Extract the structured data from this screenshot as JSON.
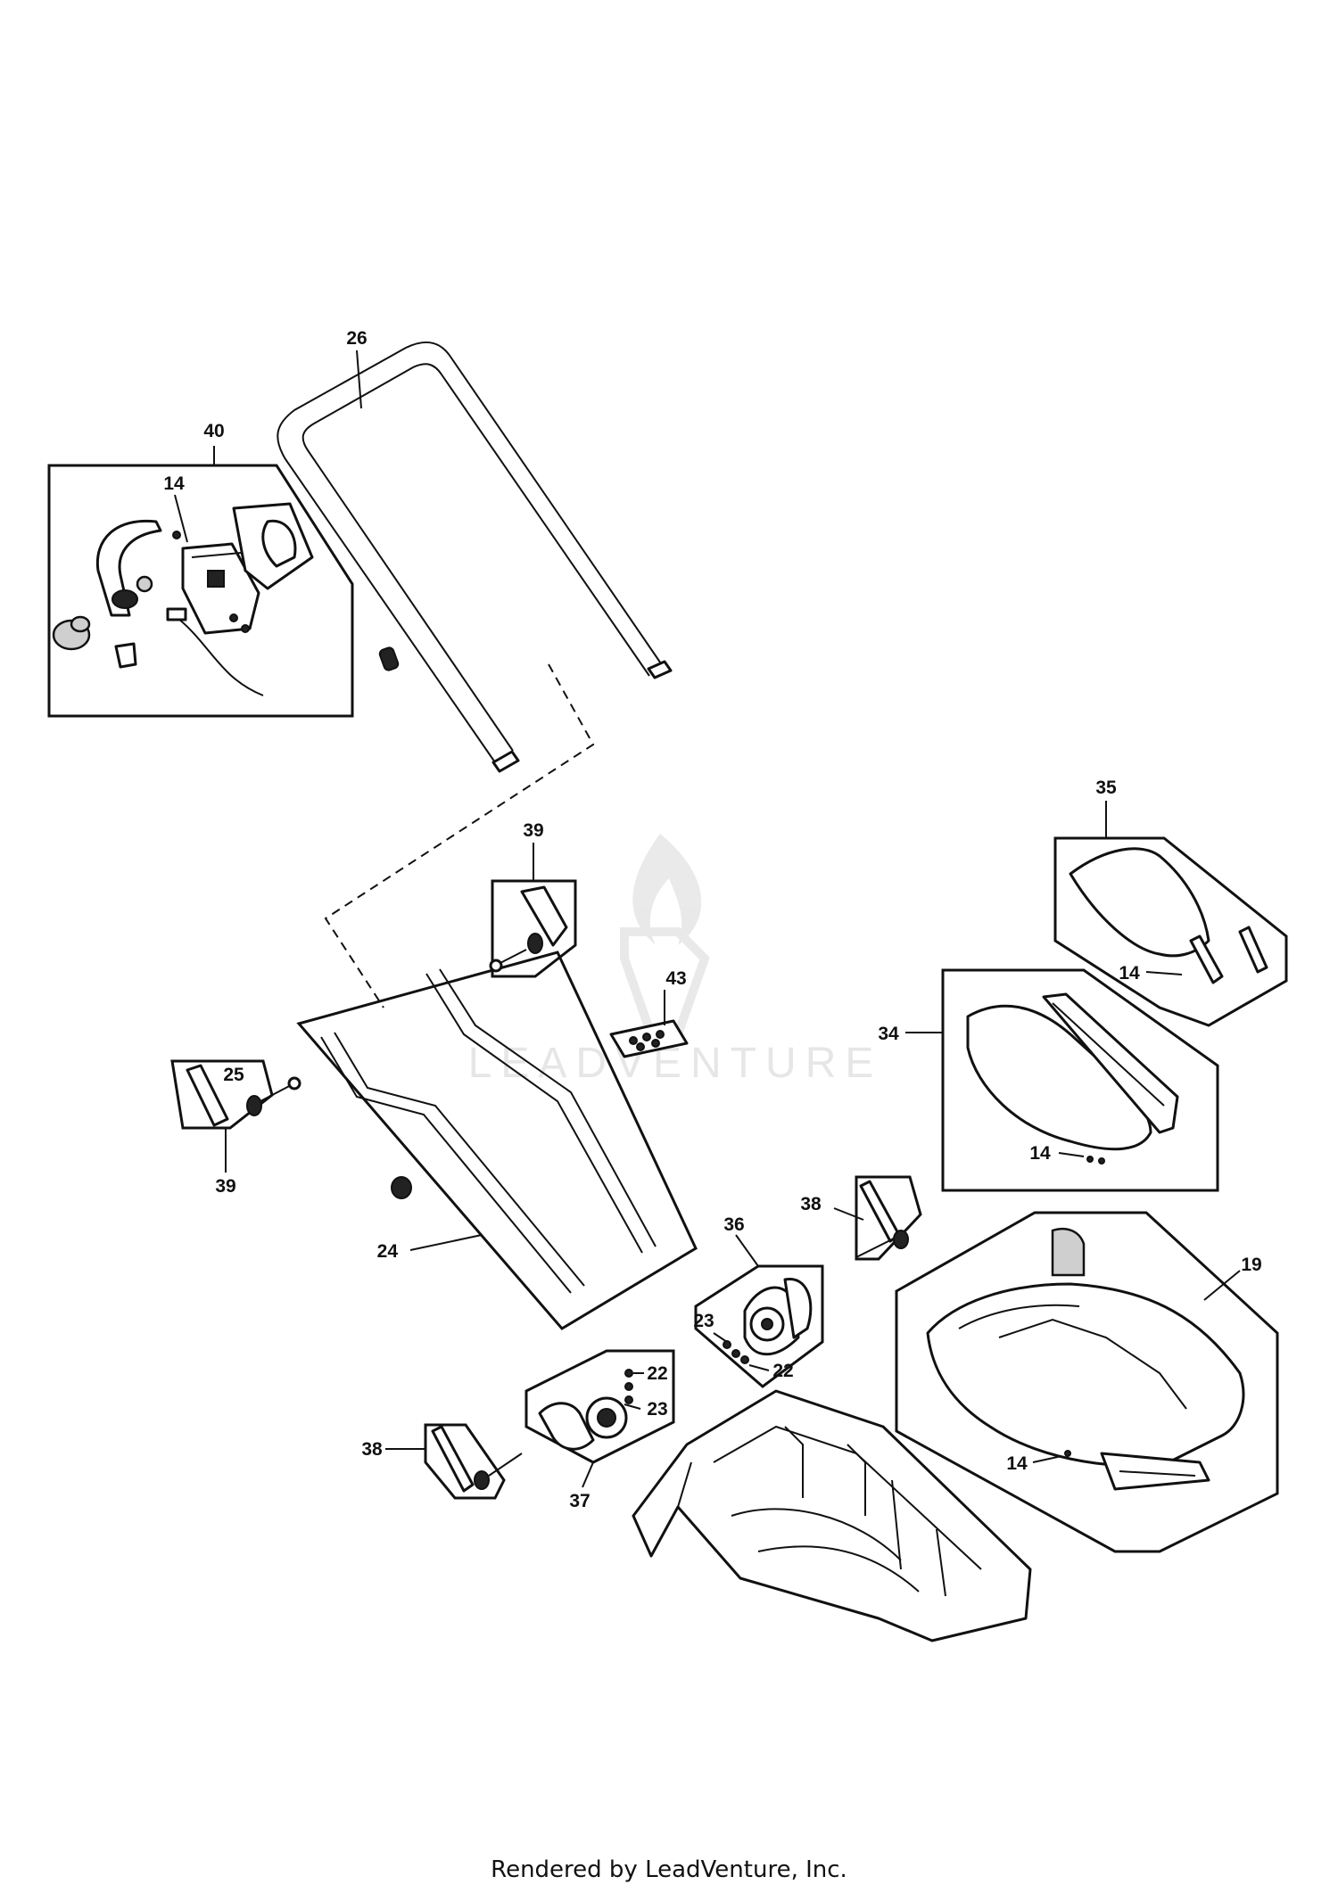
{
  "watermark": {
    "brand": "LEADVENTURE"
  },
  "footer": {
    "text": "Rendered by LeadVenture, Inc."
  },
  "callouts": {
    "c26": "26",
    "c40": "40",
    "c14_handle": "14",
    "c35": "35",
    "c39_upper": "39",
    "c43": "43",
    "c14_cover": "14",
    "c34": "34",
    "c14_shroud": "14",
    "c25": "25",
    "c39_left": "39",
    "c24": "24",
    "c38_upper": "38",
    "c36": "36",
    "c19": "19",
    "c23_upper": "23",
    "c22_upper": "22",
    "c22_lower": "22",
    "c23_lower": "23",
    "c38_lower": "38",
    "c37": "37",
    "c14_body": "14"
  },
  "icons": {
    "watermark_logo": "flame-logo-icon"
  }
}
